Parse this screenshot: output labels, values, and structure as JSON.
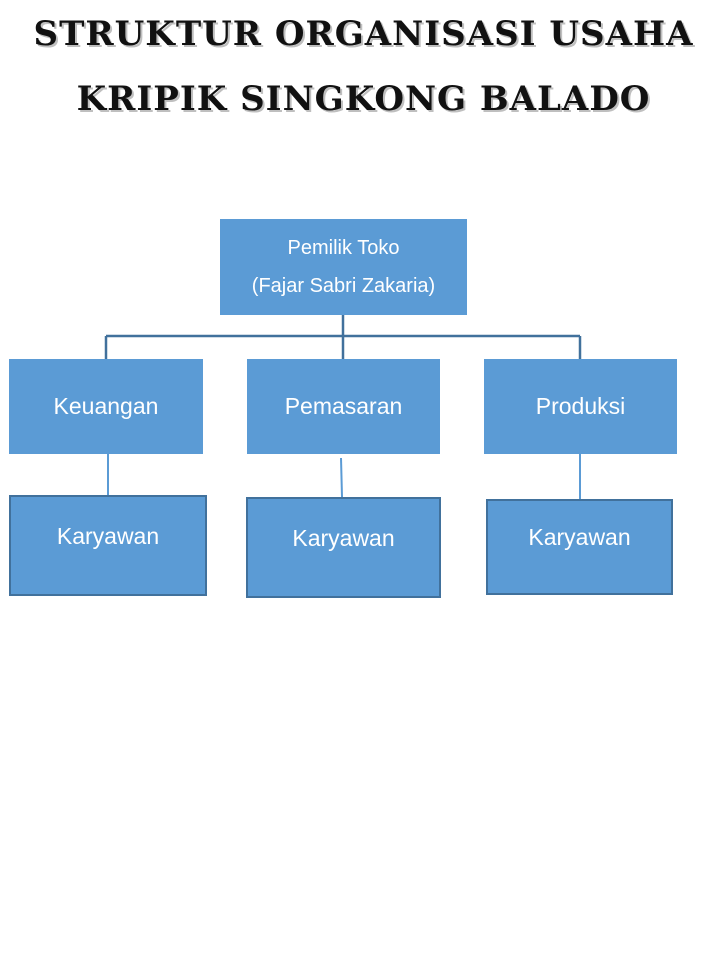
{
  "title": {
    "line1": "STRUKTUR ORGANISASI USAHA",
    "line2": "KRIPIK SINGKONG BALADO"
  },
  "owner": {
    "role": "Pemilik Toko",
    "name": "(Fajar Sabri Zakaria)"
  },
  "departments": [
    {
      "label": "Keuangan",
      "staff": "Karyawan"
    },
    {
      "label": "Pemasaran",
      "staff": "Karyawan"
    },
    {
      "label": "Produksi",
      "staff": "Karyawan"
    }
  ],
  "colors": {
    "box_fill": "#5b9bd5",
    "box_border": "#41719c",
    "connector": "#41719c",
    "text": "#ffffff"
  }
}
